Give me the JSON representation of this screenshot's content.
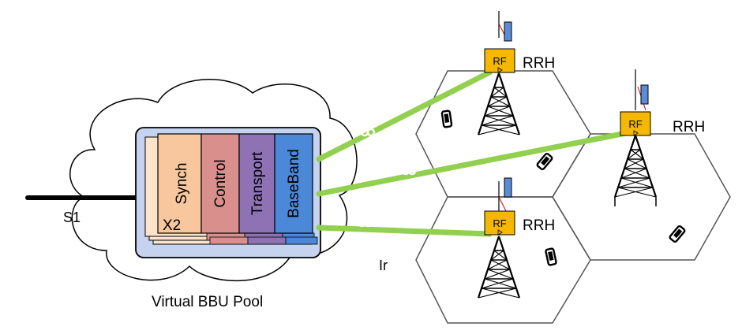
{
  "pool": {
    "label": "Virtual BBU Pool",
    "interface_s1": "S1",
    "layers": [
      "X2",
      "Synch",
      "Control",
      "Transport",
      "BaseBand"
    ]
  },
  "fronthaul": {
    "label": "Ir"
  },
  "rrh": {
    "module_label": "RF",
    "items": [
      {
        "label": "RRH"
      },
      {
        "label": "RRH"
      },
      {
        "label": "RRH"
      }
    ]
  },
  "colors": {
    "link": "#92d050",
    "rf_module": "#f5b800",
    "antenna": "#5b8dd6",
    "pool_frame": "#c5d3ee",
    "layer_synch": "#f9c79d",
    "layer_control": "#d9908c",
    "layer_transport": "#8e72b4",
    "layer_baseband": "#4c88d8",
    "hex": "#555555"
  }
}
